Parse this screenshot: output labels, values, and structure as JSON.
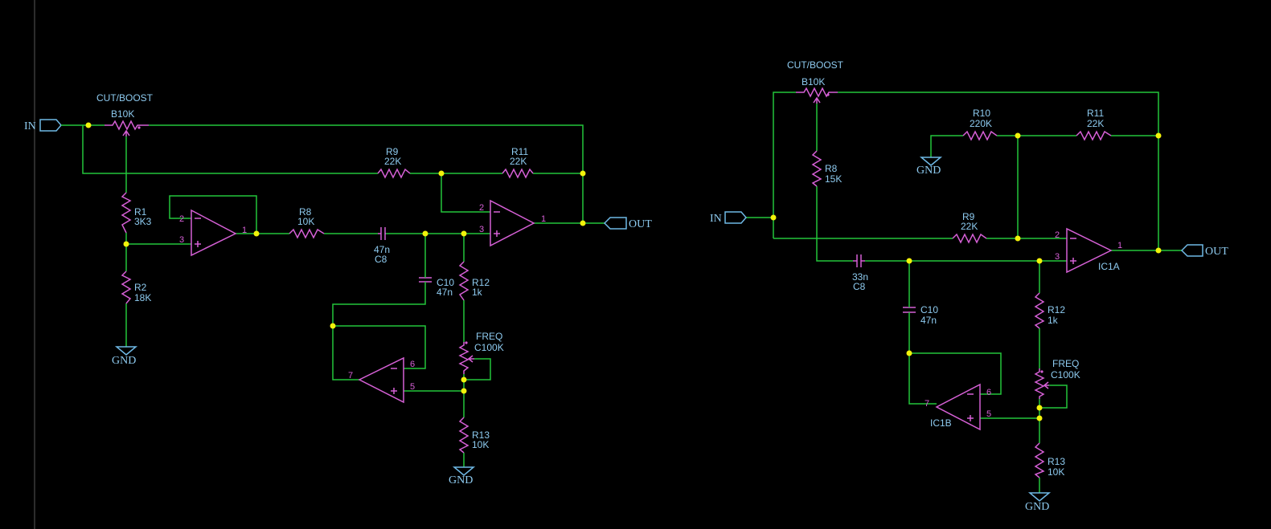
{
  "colors": {
    "background": "#000000",
    "wire": "#22c53a",
    "component": "#d660d6",
    "label": "#8ecbf0",
    "junction": "#f2f20a"
  },
  "left_circuit": {
    "in_label": "IN",
    "out_label": "OUT",
    "pot_title": "CUT/BOOST",
    "pot_value": "B10K",
    "r9": {
      "name": "R9",
      "value": "22K"
    },
    "r11": {
      "name": "R11",
      "value": "22K"
    },
    "r1": {
      "name": "R1",
      "value": "3K3"
    },
    "r2": {
      "name": "R2",
      "value": "18K"
    },
    "r8": {
      "name": "R8",
      "value": "10K"
    },
    "c8": {
      "name": "C8",
      "value": "47n"
    },
    "c10": {
      "name": "C10",
      "value": "47n"
    },
    "r12": {
      "name": "R12",
      "value": "1k"
    },
    "freq": {
      "name": "FREQ",
      "value": "C100K"
    },
    "r13": {
      "name": "R13",
      "value": "10K"
    },
    "gnd_label": "GND",
    "opamp_buffer_pins": [
      "2",
      "3",
      "1"
    ],
    "opamp_main_pins": [
      "2",
      "3",
      "1"
    ],
    "opamp_gyrator_pins": [
      "6",
      "5",
      "7"
    ]
  },
  "right_circuit": {
    "in_label": "IN",
    "out_label": "OUT",
    "pot_title": "CUT/BOOST",
    "pot_value": "B10K",
    "r10": {
      "name": "R10",
      "value": "220K"
    },
    "r11": {
      "name": "R11",
      "value": "22K"
    },
    "r8": {
      "name": "R8",
      "value": "15K"
    },
    "r9": {
      "name": "R9",
      "value": "22K"
    },
    "c8": {
      "name": "C8",
      "value": "33n"
    },
    "c10": {
      "name": "C10",
      "value": "47n"
    },
    "r12": {
      "name": "R12",
      "value": "1k"
    },
    "freq": {
      "name": "FREQ",
      "value": "C100K"
    },
    "r13": {
      "name": "R13",
      "value": "10K"
    },
    "ic1a": "IC1A",
    "ic1b": "IC1B",
    "gnd_label": "GND",
    "opamp_main_pins": [
      "2",
      "3",
      "1"
    ],
    "opamp_gyrator_pins": [
      "6",
      "5",
      "7"
    ]
  }
}
